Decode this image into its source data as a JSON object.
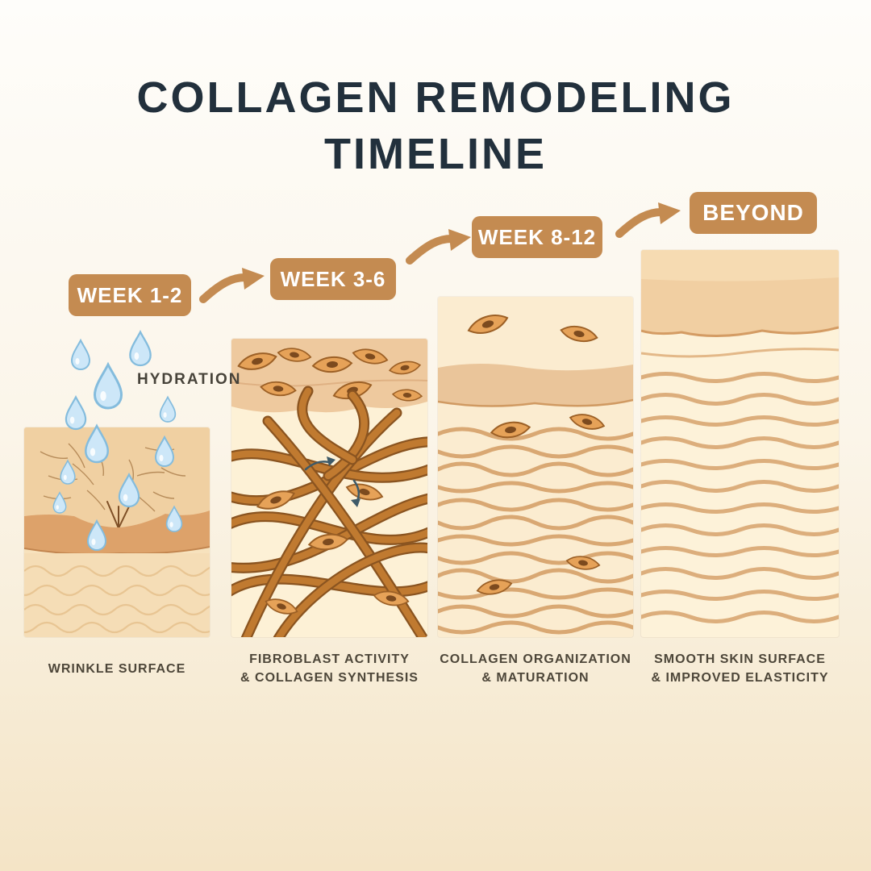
{
  "title": {
    "line1": "COLLAGEN REMODELING",
    "line2": "TIMELINE"
  },
  "stages": [
    {
      "badge": "WEEK 1-2",
      "annotation": "HYDRATION",
      "caption_lines": [
        "WRINKLE SURFACE"
      ]
    },
    {
      "badge": "WEEK 3-6",
      "caption_lines": [
        "FIBROBLAST ACTIVITY",
        "& COLLAGEN SYNTHESIS"
      ]
    },
    {
      "badge": "WEEK 8-12",
      "caption_lines": [
        "COLLAGEN ORGANIZATION",
        "& MATURATION"
      ]
    },
    {
      "badge": "BEYOND",
      "caption_lines": [
        "SMOOTH SKIN SURFACE",
        "& IMPROVED ELASTICITY"
      ]
    }
  ],
  "colors": {
    "title_text": "#22303c",
    "badge_bg": "#c48b51",
    "badge_text": "#ffffff",
    "arrow": "#c48b51",
    "caption_text": "#4d4639",
    "annotation_text": "#47433a",
    "droplet_fill": "#cde7f8",
    "droplet_stroke": "#84bcdd",
    "collagen_fiber": "#b5773a",
    "skin_light": "#f3d7ad",
    "skin_mid": "#e2a974",
    "background_top": "#fefdfa",
    "background_bottom": "#f4e4c6"
  }
}
